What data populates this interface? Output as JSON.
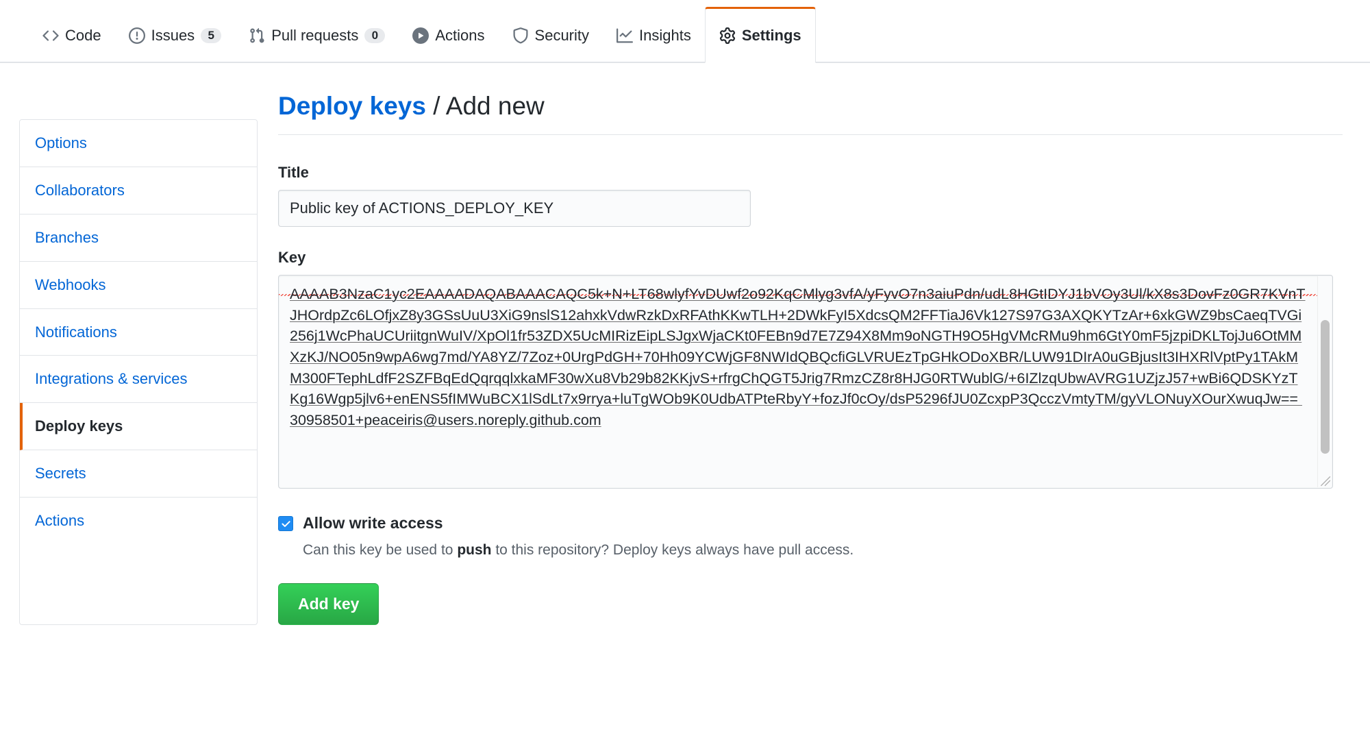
{
  "nav": {
    "items": [
      {
        "label": "Code",
        "icon": "code-icon",
        "counter": null,
        "selected": false
      },
      {
        "label": "Issues",
        "icon": "issue-opened-icon",
        "counter": "5",
        "selected": false
      },
      {
        "label": "Pull requests",
        "icon": "git-pull-request-icon",
        "counter": "0",
        "selected": false
      },
      {
        "label": "Actions",
        "icon": "play-icon",
        "counter": null,
        "selected": false
      },
      {
        "label": "Security",
        "icon": "shield-icon",
        "counter": null,
        "selected": false
      },
      {
        "label": "Insights",
        "icon": "graph-icon",
        "counter": null,
        "selected": false
      },
      {
        "label": "Settings",
        "icon": "gear-icon",
        "counter": null,
        "selected": true
      }
    ]
  },
  "sidebar": {
    "items": [
      {
        "label": "Options",
        "selected": false
      },
      {
        "label": "Collaborators",
        "selected": false
      },
      {
        "label": "Branches",
        "selected": false
      },
      {
        "label": "Webhooks",
        "selected": false
      },
      {
        "label": "Notifications",
        "selected": false
      },
      {
        "label": "Integrations & services",
        "selected": false
      },
      {
        "label": "Deploy keys",
        "selected": true
      },
      {
        "label": "Secrets",
        "selected": false
      },
      {
        "label": "Actions",
        "selected": false
      }
    ]
  },
  "main": {
    "breadcrumb": {
      "parent": "Deploy keys",
      "separator": "/",
      "current": "Add new"
    },
    "title_field": {
      "label": "Title",
      "value": "Public key of ACTIONS_DEPLOY_KEY",
      "placeholder": ""
    },
    "key_field": {
      "label": "Key",
      "value": "AAAAB3NzaC1yc2EAAAADAQABAAACAQC5k+N+LT68wlyfYvDUwf2o92KqCMlyg3vfA/yFyvO7n3aiuPdn/udL8HGtIDYJ1bVOy3Ul/kX8s3DovFz0GR7KVnTJHOrdpZc6LOfjxZ8y3GSsUuU3XiG9nslS12ahxkVdwRzkDxRFAthKKwTLH+2DWkFyI5XdcsQM2FFTiaJ6Vk127S97G3AXQKYTzAr+6xkGWZ9bsCaeqTVGi256j1WcPhaUCUriitgnWuIV/XpOl1fr53ZDX5UcMIRizEipLSJgxWjaCKt0FEBn9d7E7Z94X8Mm9oNGTH9O5HgVMcRMu9hm6GtY0mF5jzpiDKLTojJu6OtMMXzKJ/NO05n9wpA6wg7md/YA8YZ/7Zoz+0UrgPdGH+70Hh09YCWjGF8NWIdQBQcfiGLVRUEzTpGHkODoXBR/LUW91DIrA0uGBjusIt3IHXRlVptPy1TAkMM300FTephLdfF2SZFBqEdQqrqqlxkaMF30wXu8Vb29b82KKjvS+rfrgChQGT5Jrig7RmzCZ8r8HJG0RTWublG/+6IZlzqUbwAVRG1UZjzJ57+wBi6QDSKYzTKg16Wgp5jlv6+enENS5fIMWuBCX1lSdLt7x9rrya+luTgWOb9K0UdbATPteRbyY+fozJf0cOy/dsP5296fJU0ZcxpP3QcczVmtyTM/gyVLONuyXOurXwuqJw== 30958501+peaceiris@users.noreply.github.com",
      "placeholder": ""
    },
    "write_access": {
      "checked": true,
      "label": "Allow write access",
      "note_before": "Can this key be used to ",
      "note_bold": "push",
      "note_after": " to this repository? Deploy keys always have pull access."
    },
    "submit_label": "Add key"
  },
  "colors": {
    "accent_orange": "#e36209",
    "link_blue": "#0366d6",
    "button_green": "#28a745",
    "spellcheck_red": "#f05a4f"
  }
}
